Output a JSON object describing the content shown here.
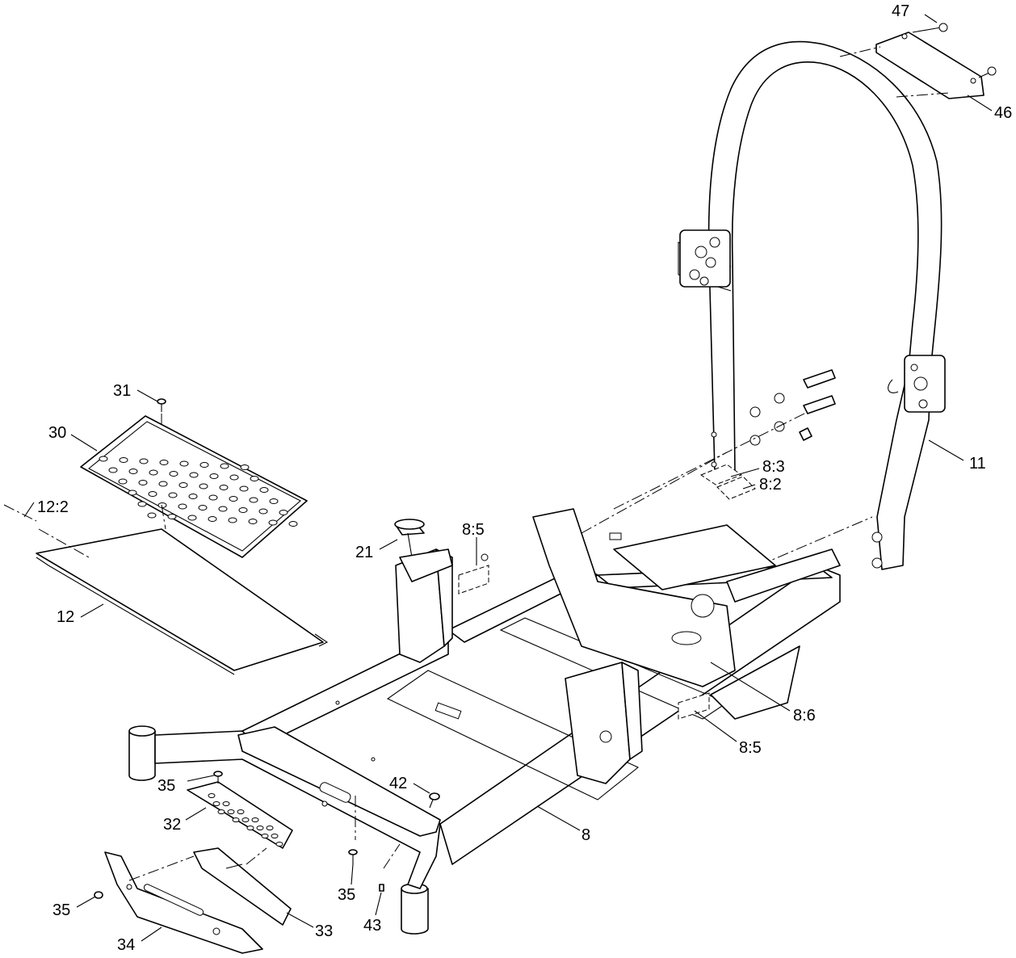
{
  "diagram": {
    "callouts": {
      "c47": "47",
      "c46": "46",
      "c11": "11",
      "c83": "8:3",
      "c82": "8:2",
      "c85a": "8:5",
      "c21": "21",
      "c31": "31",
      "c30": "30",
      "c122": "12:2",
      "c12": "12",
      "c86": "8:6",
      "c85b": "8:5",
      "c8": "8",
      "c42": "42",
      "c35a": "35",
      "c32": "32",
      "c35b": "35",
      "c35c": "35",
      "c43": "43",
      "c33": "33",
      "c34": "34"
    }
  }
}
